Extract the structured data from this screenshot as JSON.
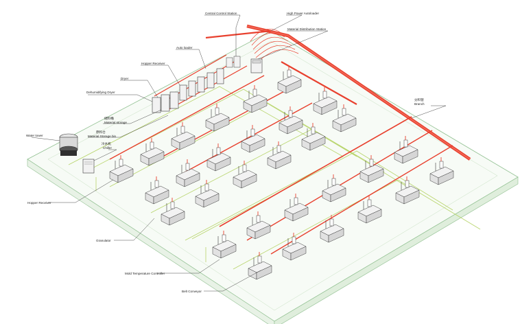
{
  "labels": {
    "central_control_station": "Central Control Station",
    "high_power_autoloader": "High Power Autoloader",
    "material_distribution_station": "Material Distribution Station",
    "auto_loader": "Auto loader",
    "hopper_receiver": "Hopper Receiver",
    "dryer": "Dryer",
    "dehumidifying_dryer": "Dehumidifying Dryer",
    "storage_cn": "储料桶",
    "storage_en": "Material storage",
    "storage_bin_cn": "原料仓",
    "storage_bin_en": "Material Storage bin",
    "water_tower": "Water tower",
    "chiller_cn": "冷水机",
    "chiller_en": "Chiller",
    "hopper_receiver_2": "Hopper Receiver",
    "granulator": "Granulator",
    "mold_temperature_controller": "Mold Temperature Controller",
    "belt_conveyor": "Belt Conveyor",
    "branch_cn": "分料管",
    "branch_en": "Branch"
  },
  "colors": {
    "floor_edge": "#8fbf8f",
    "floor_fill": "#f7fbf6",
    "duct": "#e8402e",
    "duct_light": "#f26b5a",
    "water_line": "#b7d46a",
    "machine": "#3a3a3a",
    "machine_fill": "#f2f2f2",
    "leader": "#333333"
  },
  "icons": {
    "water_tower": "water-tower-icon",
    "chiller": "chiller-icon",
    "dryer": "dryer-icon",
    "autoloader": "autoloader-icon",
    "central_control": "control-cabinet-icon",
    "distribution_station": "distribution-station-icon",
    "injection_machine": "injection-molding-machine-icon"
  }
}
